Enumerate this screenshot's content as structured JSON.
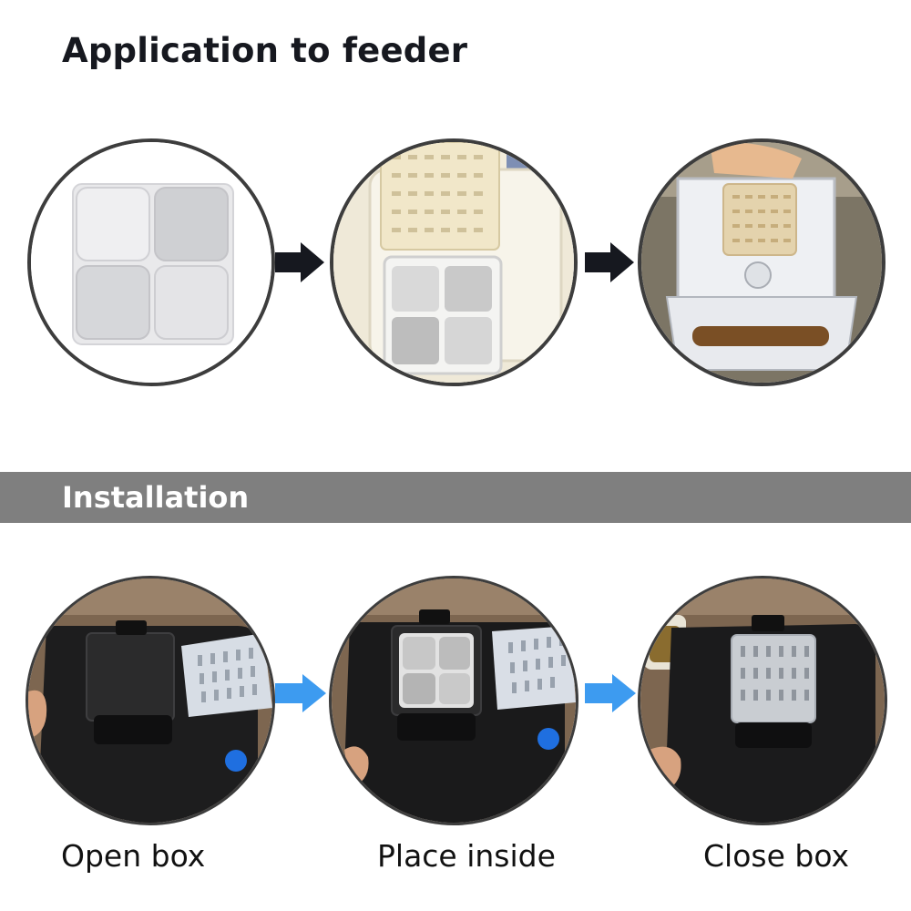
{
  "title": "Application to feeder",
  "section_label": "Installation",
  "steps": [
    {
      "caption": "Open box"
    },
    {
      "caption": "Place inside"
    },
    {
      "caption": "Close box"
    }
  ],
  "colors": {
    "title": "#16181f",
    "banner": "#7f7f7f",
    "top_arrow": "#16181f",
    "bottom_arrow": "#3d9bf0"
  }
}
